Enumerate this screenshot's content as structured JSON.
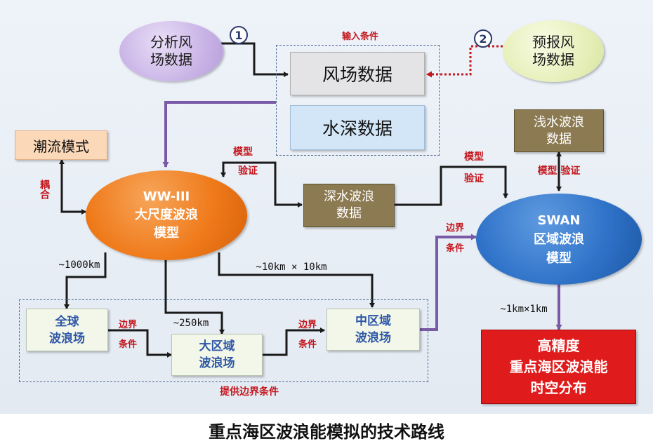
{
  "nodes": {
    "analysis_wind": "分析风\n场数据",
    "forecast_wind": "预报风\n场数据",
    "wind_data": "风场数据",
    "depth_data": "水深数据",
    "tide_model": "潮流模式",
    "ww3_model": "WW-III\n大尺度波浪\n模型",
    "deep_wave_data": "深水波浪\n数据",
    "shallow_wave_data": "浅水波浪\n数据",
    "swan_model": "SWAN\n区域波浪\n模型",
    "global_field": "全球\n波浪场",
    "large_field": "大区域\n波浪场",
    "mid_field": "中区域\n波浪场",
    "output": "高精度\n重点海区波浪能\n时空分布"
  },
  "markers": {
    "one": "1",
    "two": "2"
  },
  "labels": {
    "input_conditions": "输入条件",
    "coupling": "耦合",
    "model_validation_1_a": "模型",
    "model_validation_1_b": "验证",
    "model_validation_2_a": "模型",
    "model_validation_2_b": "验证",
    "model_validation_3": "模型 验证",
    "boundary_1_a": "边界",
    "boundary_1_b": "条件",
    "boundary_2_a": "边界",
    "boundary_2_b": "条件",
    "boundary_3_a": "边界",
    "boundary_3_b": "条件",
    "provide_boundary": "提供边界条件",
    "res_1000": "~1000km",
    "res_250": "~250km",
    "res_10": "~10km × 10km",
    "res_1": "~1km×1km"
  },
  "caption": "重点海区波浪能模拟的技术路线",
  "colors": {
    "purple_arrow": "#7a5aa6",
    "red_dotted": "#c4161c",
    "black_arrow": "#1a1a1a",
    "orange_oval": "#ef7a1a",
    "blue_oval": "#2f73c9",
    "khaki_box": "#8b7a52",
    "red_box": "#e01b1b"
  }
}
